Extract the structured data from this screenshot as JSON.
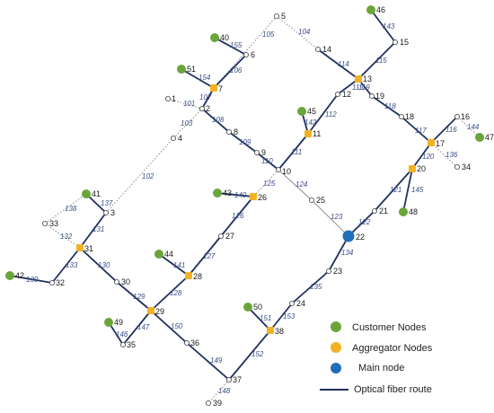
{
  "colors": {
    "fiber": "#1f2f5f",
    "dotted": "#8a8a8a",
    "customer": "#6aa539",
    "aggregator": "#f2b224",
    "main": "#1f6fb7",
    "plain_node_stroke": "#555555",
    "edge_label": "#3b4f86"
  },
  "legend": {
    "customer": "Customer Nodes",
    "aggregator": "Aggregator Nodes",
    "main": "Main node",
    "fiber": "Optical fiber route"
  },
  "nodes": [
    {
      "id": "1",
      "type": "plain"
    },
    {
      "id": "2",
      "type": "plain"
    },
    {
      "id": "3",
      "type": "plain"
    },
    {
      "id": "4",
      "type": "plain"
    },
    {
      "id": "5",
      "type": "plain"
    },
    {
      "id": "6",
      "type": "plain"
    },
    {
      "id": "7",
      "type": "aggregator"
    },
    {
      "id": "8",
      "type": "plain"
    },
    {
      "id": "9",
      "type": "plain"
    },
    {
      "id": "10",
      "type": "plain"
    },
    {
      "id": "11",
      "type": "aggregator"
    },
    {
      "id": "12",
      "type": "plain"
    },
    {
      "id": "13",
      "type": "aggregator"
    },
    {
      "id": "14",
      "type": "plain"
    },
    {
      "id": "15",
      "type": "plain"
    },
    {
      "id": "16",
      "type": "plain"
    },
    {
      "id": "17",
      "type": "aggregator"
    },
    {
      "id": "18",
      "type": "plain"
    },
    {
      "id": "19",
      "type": "plain"
    },
    {
      "id": "20",
      "type": "aggregator"
    },
    {
      "id": "21",
      "type": "plain"
    },
    {
      "id": "22",
      "type": "main"
    },
    {
      "id": "23",
      "type": "plain"
    },
    {
      "id": "24",
      "type": "plain"
    },
    {
      "id": "25",
      "type": "plain"
    },
    {
      "id": "26",
      "type": "aggregator"
    },
    {
      "id": "27",
      "type": "plain"
    },
    {
      "id": "28",
      "type": "aggregator"
    },
    {
      "id": "29",
      "type": "aggregator"
    },
    {
      "id": "30",
      "type": "plain"
    },
    {
      "id": "31",
      "type": "aggregator"
    },
    {
      "id": "32",
      "type": "plain"
    },
    {
      "id": "33",
      "type": "plain"
    },
    {
      "id": "34",
      "type": "plain"
    },
    {
      "id": "35",
      "type": "plain"
    },
    {
      "id": "36",
      "type": "plain"
    },
    {
      "id": "37",
      "type": "plain"
    },
    {
      "id": "38",
      "type": "aggregator"
    },
    {
      "id": "39",
      "type": "plain"
    },
    {
      "id": "40",
      "type": "customer"
    },
    {
      "id": "41",
      "type": "customer"
    },
    {
      "id": "42",
      "type": "customer"
    },
    {
      "id": "43",
      "type": "customer"
    },
    {
      "id": "44",
      "type": "customer"
    },
    {
      "id": "45",
      "type": "customer"
    },
    {
      "id": "46",
      "type": "customer"
    },
    {
      "id": "47",
      "type": "customer"
    },
    {
      "id": "48",
      "type": "customer"
    },
    {
      "id": "49",
      "type": "customer"
    },
    {
      "id": "50",
      "type": "customer"
    },
    {
      "id": "51",
      "type": "customer"
    }
  ],
  "edges": [
    {
      "id": "101",
      "from": "1",
      "to": "2",
      "style": "dotted"
    },
    {
      "id": "102",
      "from": "3",
      "to": "4",
      "style": "dotted"
    },
    {
      "id": "103",
      "from": "4",
      "to": "2",
      "style": "dotted"
    },
    {
      "id": "104",
      "from": "5",
      "to": "14",
      "style": "dotted"
    },
    {
      "id": "105",
      "from": "5",
      "to": "7",
      "style": "dotted"
    },
    {
      "id": "106",
      "from": "6",
      "to": "7",
      "style": "solid"
    },
    {
      "id": "107",
      "from": "7",
      "to": "2",
      "style": "solid"
    },
    {
      "id": "108",
      "from": "2",
      "to": "8",
      "style": "solid"
    },
    {
      "id": "109",
      "from": "8",
      "to": "9",
      "style": "solid"
    },
    {
      "id": "110",
      "from": "9",
      "to": "10",
      "style": "solid"
    },
    {
      "id": "111",
      "from": "10",
      "to": "11",
      "style": "solid"
    },
    {
      "id": "112",
      "from": "11",
      "to": "12",
      "style": "solid"
    },
    {
      "id": "113",
      "from": "12",
      "to": "13",
      "style": "solid"
    },
    {
      "id": "114",
      "from": "14",
      "to": "13",
      "style": "solid"
    },
    {
      "id": "115",
      "from": "13",
      "to": "15",
      "style": "solid"
    },
    {
      "id": "116",
      "from": "16",
      "to": "17",
      "style": "solid"
    },
    {
      "id": "117",
      "from": "18",
      "to": "17",
      "style": "solid"
    },
    {
      "id": "118",
      "from": "19",
      "to": "18",
      "style": "solid"
    },
    {
      "id": "119",
      "from": "13",
      "to": "19",
      "style": "solid"
    },
    {
      "id": "120",
      "from": "17",
      "to": "20",
      "style": "solid"
    },
    {
      "id": "121",
      "from": "20",
      "to": "21",
      "style": "solid"
    },
    {
      "id": "122",
      "from": "21",
      "to": "22",
      "style": "solid"
    },
    {
      "id": "123",
      "from": "25",
      "to": "22",
      "style": "thin"
    },
    {
      "id": "124",
      "from": "10",
      "to": "25",
      "style": "thin"
    },
    {
      "id": "125",
      "from": "10",
      "to": "26",
      "style": "dotted"
    },
    {
      "id": "126",
      "from": "26",
      "to": "27",
      "style": "solid"
    },
    {
      "id": "127",
      "from": "27",
      "to": "28",
      "style": "solid"
    },
    {
      "id": "128",
      "from": "28",
      "to": "29",
      "style": "solid"
    },
    {
      "id": "129",
      "from": "30",
      "to": "29",
      "style": "solid"
    },
    {
      "id": "130",
      "from": "31",
      "to": "30",
      "style": "solid"
    },
    {
      "id": "131",
      "from": "3",
      "to": "31",
      "style": "solid"
    },
    {
      "id": "132",
      "from": "33",
      "to": "31",
      "style": "dotted"
    },
    {
      "id": "133",
      "from": "31",
      "to": "32",
      "style": "solid"
    },
    {
      "id": "134",
      "from": "22",
      "to": "23",
      "style": "solid"
    },
    {
      "id": "135",
      "from": "23",
      "to": "24",
      "style": "solid"
    },
    {
      "id": "136",
      "from": "17",
      "to": "34",
      "style": "dotted"
    },
    {
      "id": "137",
      "from": "41",
      "to": "3",
      "style": "solid"
    },
    {
      "id": "138",
      "from": "33",
      "to": "41",
      "style": "dotted"
    },
    {
      "id": "139",
      "from": "42",
      "to": "32",
      "style": "solid"
    },
    {
      "id": "140",
      "from": "43",
      "to": "26",
      "style": "solid"
    },
    {
      "id": "141",
      "from": "44",
      "to": "28",
      "style": "solid"
    },
    {
      "id": "142",
      "from": "45",
      "to": "11",
      "style": "solid"
    },
    {
      "id": "143",
      "from": "46",
      "to": "15",
      "style": "solid"
    },
    {
      "id": "144",
      "from": "16",
      "to": "47",
      "style": "dotted"
    },
    {
      "id": "145",
      "from": "20",
      "to": "48",
      "style": "solid"
    },
    {
      "id": "146",
      "from": "49",
      "to": "35",
      "style": "solid"
    },
    {
      "id": "147",
      "from": "35",
      "to": "29",
      "style": "solid"
    },
    {
      "id": "148",
      "from": "37",
      "to": "39",
      "style": "dotted"
    },
    {
      "id": "149",
      "from": "36",
      "to": "37",
      "style": "solid"
    },
    {
      "id": "150",
      "from": "29",
      "to": "36",
      "style": "solid"
    },
    {
      "id": "151",
      "from": "50",
      "to": "38",
      "style": "solid"
    },
    {
      "id": "152",
      "from": "37",
      "to": "38",
      "style": "solid"
    },
    {
      "id": "153",
      "from": "38",
      "to": "24",
      "style": "solid"
    },
    {
      "id": "154",
      "from": "51",
      "to": "7",
      "style": "solid"
    },
    {
      "id": "155",
      "from": "40",
      "to": "6",
      "style": "solid"
    }
  ]
}
